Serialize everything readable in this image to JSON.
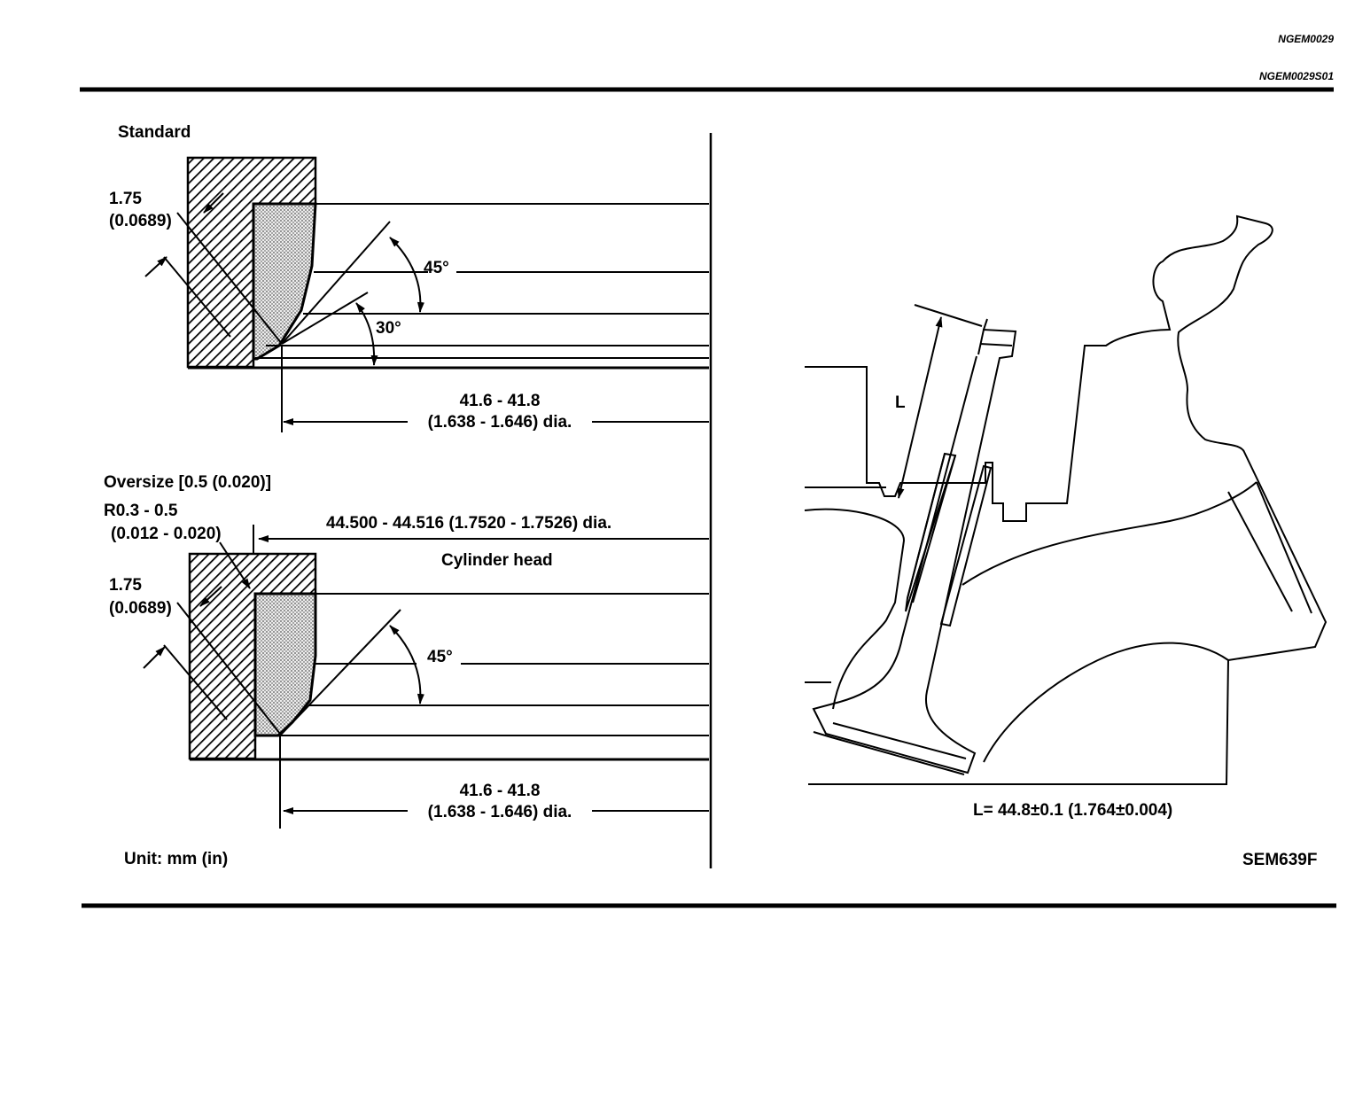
{
  "header": {
    "ref_top": "NGEM0029",
    "ref_sub": "NGEM0029S01"
  },
  "standard": {
    "title": "Standard",
    "width_mm": "1.75",
    "width_in": "(0.0689)",
    "angle_45": "45°",
    "angle_30": "30°",
    "dia_mm": "41.6 - 41.8",
    "dia_in": "(1.638 - 1.646) dia."
  },
  "oversize": {
    "title": "Oversize [0.5 (0.020)]",
    "radius_mm": "R0.3 - 0.5",
    "radius_in": "(0.012 - 0.020)",
    "bore_dia": "44.500 - 44.516 (1.7520 - 1.7526) dia.",
    "head_label": "Cylinder head",
    "width_mm": "1.75",
    "width_in": "(0.0689)",
    "angle_45": "45°",
    "dia_mm": "41.6 - 41.8",
    "dia_in": "(1.638 - 1.646) dia."
  },
  "unit": "Unit: mm (in)",
  "valve": {
    "dim_label": "L",
    "dim_value": "L= 44.8±0.1 (1.764±0.004)"
  },
  "figure_id": "SEM639F",
  "colors": {
    "ink": "#000000",
    "paper": "#ffffff",
    "insert_fill": "#bdbdbd"
  }
}
